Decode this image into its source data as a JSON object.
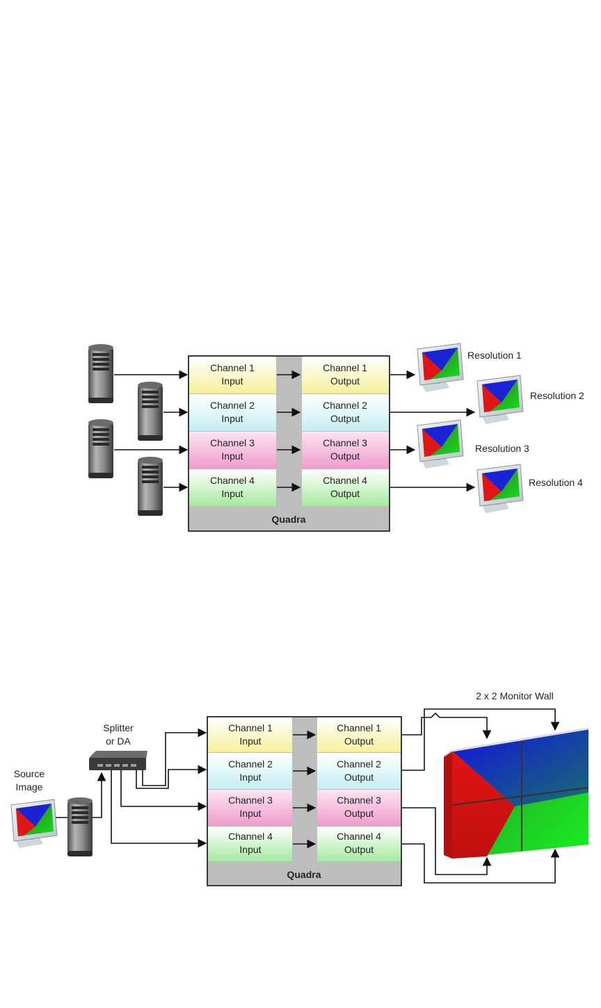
{
  "diagram1": {
    "quadra_label": "Quadra",
    "inputs": [
      {
        "line1": "Channel 1",
        "line2": "Input"
      },
      {
        "line1": "Channel 2",
        "line2": "Input"
      },
      {
        "line1": "Channel 3",
        "line2": "Input"
      },
      {
        "line1": "Channel 4",
        "line2": "Input"
      }
    ],
    "outputs": [
      {
        "line1": "Channel 1",
        "line2": "Output"
      },
      {
        "line1": "Channel 2",
        "line2": "Output"
      },
      {
        "line1": "Channel 3",
        "line2": "Output"
      },
      {
        "line1": "Channel 4",
        "line2": "Output"
      }
    ],
    "resolutions": [
      "Resolution 1",
      "Resolution 2",
      "Resolution 3",
      "Resolution 4"
    ]
  },
  "diagram2": {
    "quadra_label": "Quadra",
    "inputs": [
      {
        "line1": "Channel 1",
        "line2": "Input"
      },
      {
        "line1": "Channel 2",
        "line2": "Input"
      },
      {
        "line1": "Channel 3",
        "line2": "Input"
      },
      {
        "line1": "Channel 4",
        "line2": "Input"
      }
    ],
    "outputs": [
      {
        "line1": "Channel 1",
        "line2": "Output"
      },
      {
        "line1": "Channel 2",
        "line2": "Output"
      },
      {
        "line1": "Channel 3",
        "line2": "Output"
      },
      {
        "line1": "Channel 4",
        "line2": "Output"
      }
    ],
    "splitter_label_1": "Splitter",
    "splitter_label_2": "or DA",
    "source_label_1": "Source",
    "source_label_2": "Image",
    "wall_label": "2 x 2 Monitor Wall"
  },
  "colors": {
    "channel_1": "#fbf7b8",
    "channel_2": "#d9f4f7",
    "channel_3": "#f5bfdc",
    "channel_4": "#c6f1c1",
    "quadra_gray": "#bdbdbd"
  }
}
